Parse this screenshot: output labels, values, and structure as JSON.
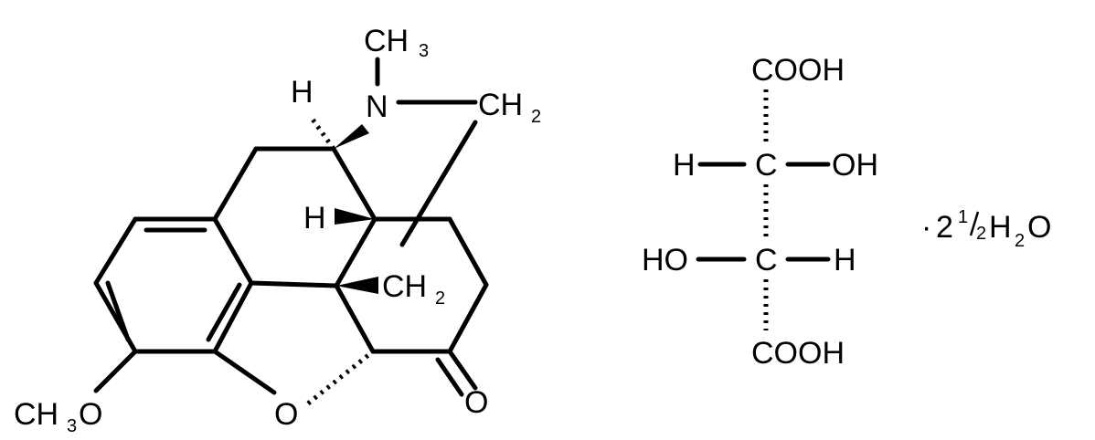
{
  "molecule": {
    "labels": {
      "n": "N",
      "ch3_top_main": "CH",
      "ch3_top_sub": "3",
      "h_top": "H",
      "ch2_bridge_main": "CH",
      "ch2_bridge_sub": "2",
      "h_mid": "H",
      "ch2_lower_main": "CH",
      "ch2_lower_sub": "2",
      "ring_o": "O",
      "keto_o": "O",
      "methoxy_main": "CH",
      "methoxy_sub": "3",
      "methoxy_o": "O"
    }
  },
  "tartrate": {
    "top_cooh": "COOH",
    "c1_h": "H",
    "c1": "C",
    "c1_oh": "OH",
    "c2_ho": "HO",
    "c2": "C",
    "c2_h": "H",
    "bottom_cooh": "COOH"
  },
  "hydrate": {
    "dot": "·",
    "coef": "2",
    "frac_num": "1",
    "frac_den": "2",
    "h": "H",
    "h_sub": "2",
    "o": "O"
  }
}
